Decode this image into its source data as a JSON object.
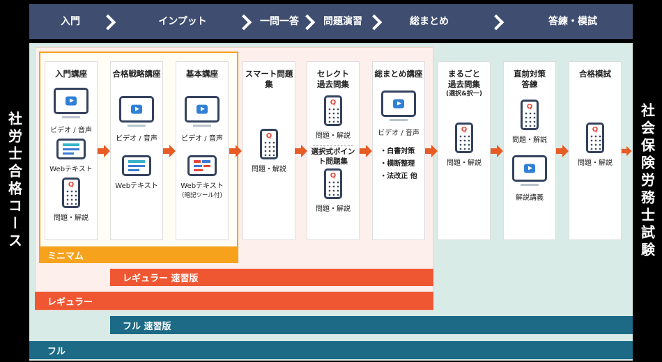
{
  "colors": {
    "navy": "#3f4e70",
    "mint": "#d8ebe6",
    "pink": "#fdf0ec",
    "orange": "#f6a21d",
    "vermilion": "#ef5733",
    "teal": "#1c6a86",
    "arrow": "#e75b25"
  },
  "side": {
    "left": "社労士合格コース",
    "right": "社会保険労務士試験"
  },
  "top_band": {
    "stages": [
      "入門",
      "インプット",
      "一問一答",
      "問題演習",
      "総まとめ",
      "答練・模試"
    ]
  },
  "cards": [
    {
      "title": "入門講座",
      "video_label": "ビデオ / 音声",
      "webtext_label": "Webテキスト",
      "quiz_label": "問題・解説"
    },
    {
      "title": "合格戦略講座",
      "video_label": "ビデオ / 音声",
      "webtext_label": "Webテキスト"
    },
    {
      "title": "基本講座",
      "video_label": "ビデオ / 音声",
      "webtext_label": "Webテキスト",
      "webtext_note": "(暗記ツール付)"
    },
    {
      "title": "スマート問題集",
      "quiz_label": "問題・解説"
    },
    {
      "title": "セレクト過去問集",
      "quiz_label_top": "問題・解説",
      "subtitle": "選択式ポイント問題集",
      "quiz_label_bottom": "問題・解説"
    },
    {
      "title": "総まとめ講座",
      "video_label": "ビデオ / 音声",
      "bullets": [
        "・白書対策",
        "・横断整理",
        "・法改正 他"
      ]
    },
    {
      "title": "まるごと過去問集",
      "subtitle": "(選択&択一)",
      "quiz_label": "問題・解説"
    },
    {
      "title": "直前対策答練",
      "quiz_label": "問題・解説",
      "video_label": "解説講義"
    },
    {
      "title": "合格模試",
      "quiz_label": "問題・解説"
    }
  ],
  "bands": {
    "minimum": "ミニマム",
    "regular_fast": "レギュラー 速習版",
    "regular": "レギュラー",
    "full_fast": "フル 速習版",
    "full": "フル"
  }
}
